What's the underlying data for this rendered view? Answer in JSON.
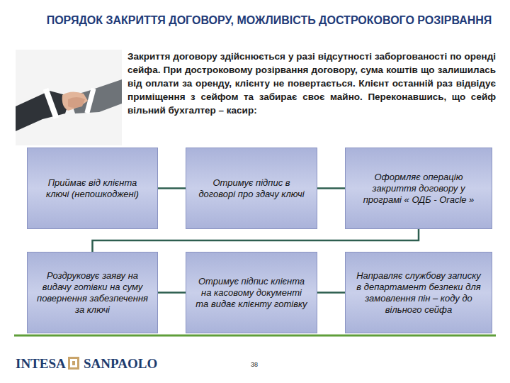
{
  "diagram": {
    "title": "ПОРЯДОК ЗАКРИТТЯ ДОГОВОРУ, МОЖЛИВІСТЬ ДОСТРОКОВОГО РОЗІРВАННЯ",
    "nodes": [
      {
        "text": [
          "Приймає від клієнта ключі (непошкоджені)"
        ]
      },
      {
        "text": [
          "Отримує підпис в договорі про здачу ключі"
        ]
      },
      {
        "text": [
          "Оформляє операцію закриття договору у програмі « ОДБ - Oracle »"
        ]
      },
      {
        "text": [
          "Роздруковує заяву на видачу готівки на суму повернення забезпечення за ключі"
        ]
      },
      {
        "text": [
          "Отримує підпис клієнта на касовому документі та видає клієнту готівку"
        ]
      },
      {
        "text": [
          "Направляє службову записку в департамент безпеки для замовлення пін – коду до вільного сейфа"
        ]
      }
    ],
    "edges": [
      {
        "from": 0,
        "to": 1,
        "arrow": "none"
      },
      {
        "from": 1,
        "to": 2,
        "arrow": "none"
      },
      {
        "from": 2,
        "to": 3,
        "arrow": "none"
      },
      {
        "from": 3,
        "to": 4,
        "arrow": "none"
      },
      {
        "from": 4,
        "to": 5,
        "arrow": "none"
      }
    ],
    "labels": [
      "Закриття договору здійснюється у разі відсутності заборгованості по оренді сейфа. При достроковому розірвання договору, сума коштів що залишилась від оплати за оренду, клієнту не повертається. Клієнт останній раз відвідує приміщення з сейфом та забирає своє майно. Переконавшись, що сейф вільний бухгалтер – касир:",
      "INTESA",
      "SANPAOLO",
      "38"
    ]
  }
}
